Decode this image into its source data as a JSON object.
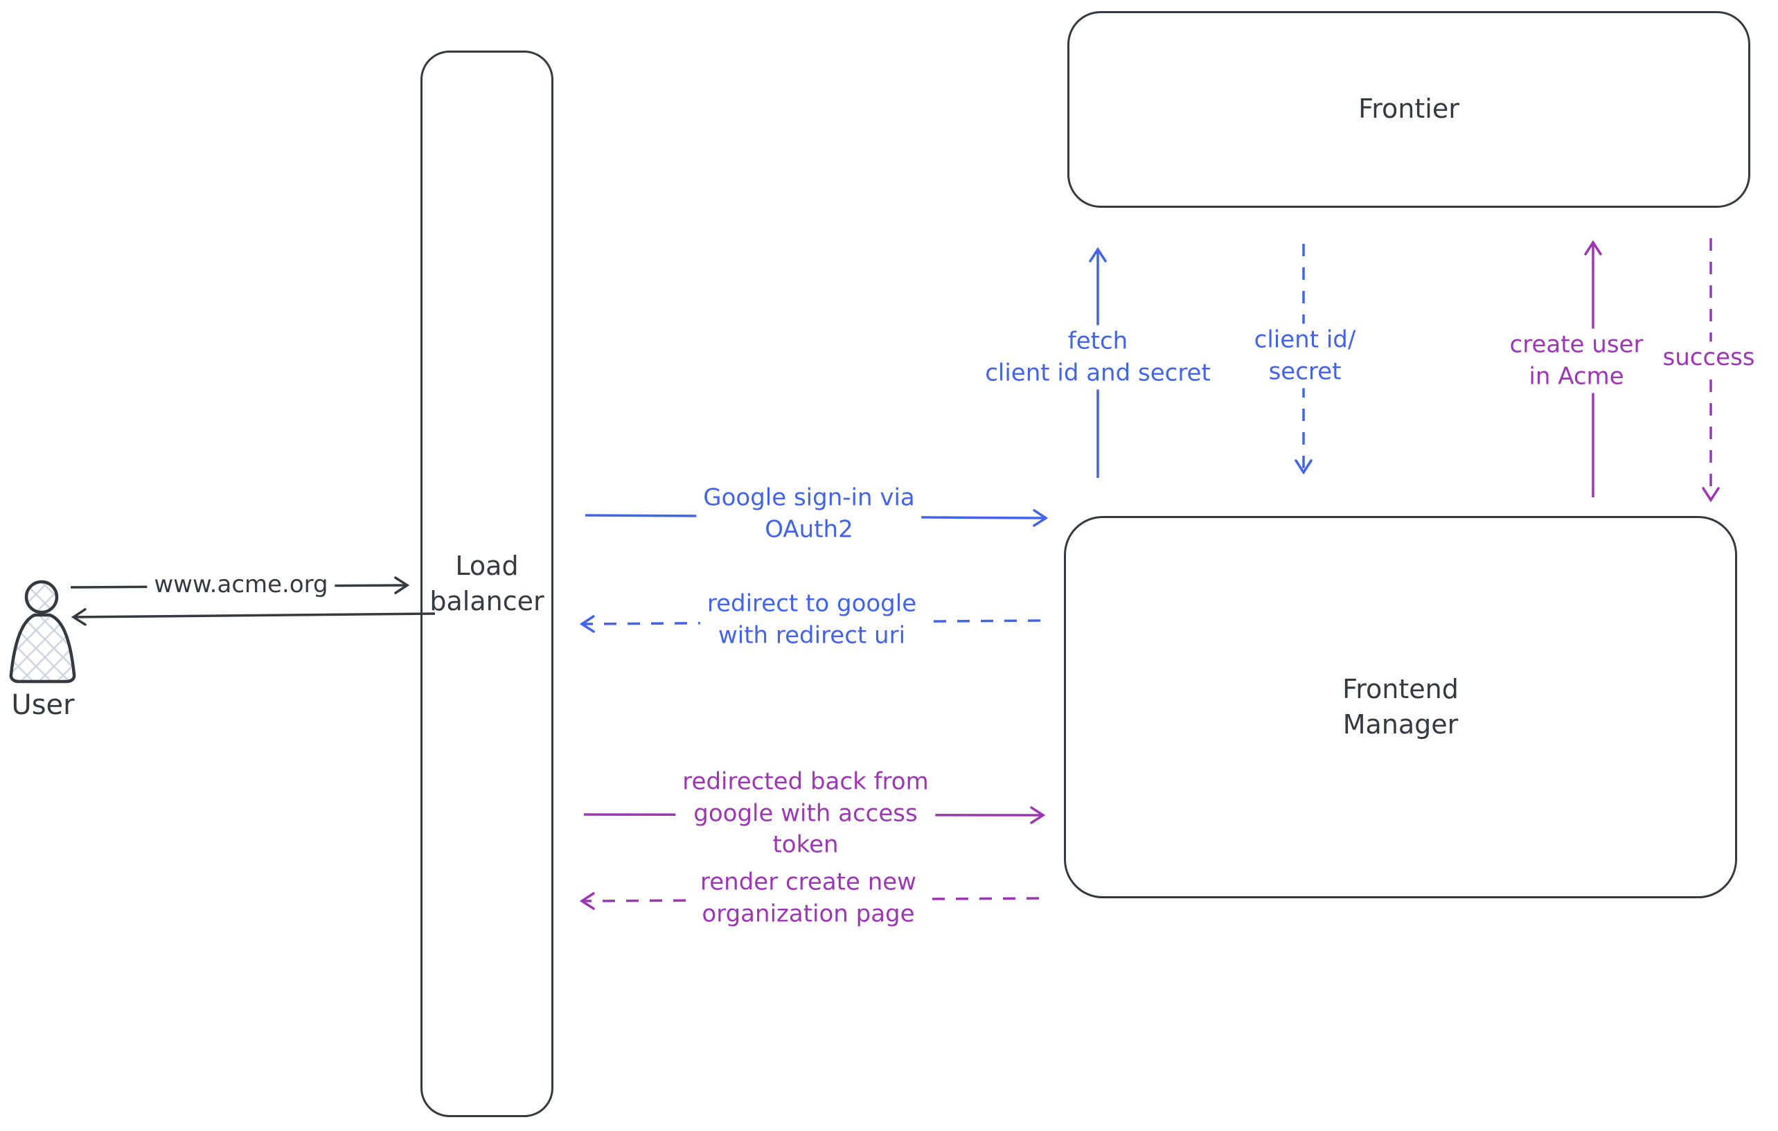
{
  "diagram": {
    "nodes": {
      "user": {
        "label": "User"
      },
      "load_balancer": {
        "label": "Load\nbalancer"
      },
      "frontier": {
        "label": "Frontier"
      },
      "frontend_manager": {
        "label": "Frontend\nManager"
      }
    },
    "edges": {
      "www_acme": {
        "label": "www.acme.org",
        "style": "solid",
        "color": "dark",
        "from": "user",
        "to": "load_balancer"
      },
      "lb_to_user": {
        "label": "",
        "style": "solid",
        "color": "dark",
        "from": "load_balancer",
        "to": "user"
      },
      "google_signin": {
        "label": "Google sign-in via\nOAuth2",
        "style": "solid",
        "color": "blue",
        "from": "load_balancer",
        "to": "frontend_manager"
      },
      "redirect_google": {
        "label": "redirect to google\nwith redirect uri",
        "style": "dashed",
        "color": "blue",
        "from": "frontend_manager",
        "to": "load_balancer"
      },
      "redirected_back": {
        "label": "redirected back from\ngoogle with access\ntoken",
        "style": "solid",
        "color": "purple",
        "from": "load_balancer",
        "to": "frontend_manager"
      },
      "render_page": {
        "label": "render create new\norganization page",
        "style": "dashed",
        "color": "purple",
        "from": "frontend_manager",
        "to": "load_balancer"
      },
      "fetch_client": {
        "label": "fetch\nclient id and secret",
        "style": "solid",
        "color": "blue",
        "from": "frontend_manager",
        "to": "frontier"
      },
      "client_id_secret": {
        "label": "client id/\nsecret",
        "style": "dashed",
        "color": "blue",
        "from": "frontier",
        "to": "frontend_manager"
      },
      "create_user": {
        "label": "create user\nin Acme",
        "style": "solid",
        "color": "purple",
        "from": "frontend_manager",
        "to": "frontier"
      },
      "success": {
        "label": "success",
        "style": "dashed",
        "color": "purple",
        "from": "frontier",
        "to": "frontend_manager"
      }
    },
    "colors": {
      "stroke": "#343a40",
      "blue": "#4263eb",
      "purple": "#9c36b5",
      "hatch": "#cfd6e0",
      "background": "#ffffff"
    }
  }
}
